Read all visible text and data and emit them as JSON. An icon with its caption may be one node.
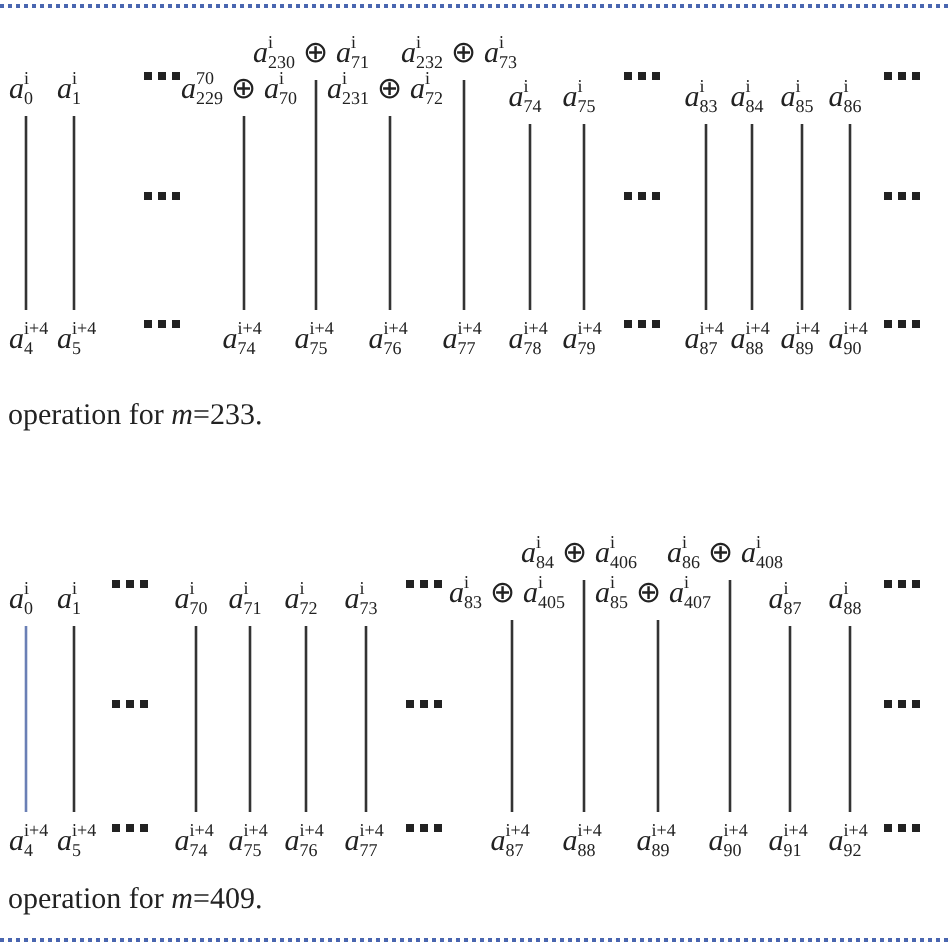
{
  "diagram": {
    "nodes": [
      {
        "text": [
          "*a*$^{i}$$_{0}$"
        ]
      },
      {
        "text": [
          "*a*$^{i}$$_{1}$"
        ]
      },
      {
        "text": [
          "*a*$^{70}$$_{229}$ ⊕ *a*$^{i}$$_{70}$"
        ]
      },
      {
        "text": [
          "*a*$^{i}$$_{230}$ ⊕ *a*$^{i}$$_{71}$"
        ]
      },
      {
        "text": [
          "*a*$^{i}$$_{231}$ ⊕ *a*$^{i}$$_{72}$"
        ]
      },
      {
        "text": [
          "*a*$^{i}$$_{232}$ ⊕ *a*$^{i}$$_{73}$"
        ]
      },
      {
        "text": [
          "*a*$^{i}$$_{74}$"
        ]
      },
      {
        "text": [
          "*a*$^{i}$$_{75}$"
        ]
      },
      {
        "text": [
          "*a*$^{i}$$_{83}$"
        ]
      },
      {
        "text": [
          "*a*$^{i}$$_{84}$"
        ]
      },
      {
        "text": [
          "*a*$^{i}$$_{85}$"
        ]
      },
      {
        "text": [
          "*a*$^{i}$$_{86}$"
        ]
      },
      {
        "text": [
          "*a*$^{i+4}$$_{4}$"
        ]
      },
      {
        "text": [
          "*a*$^{i+4}$$_{5}$"
        ]
      },
      {
        "text": [
          "*a*$^{i+4}$$_{74}$"
        ]
      },
      {
        "text": [
          "*a*$^{i+4}$$_{75}$"
        ]
      },
      {
        "text": [
          "*a*$^{i+4}$$_{76}$"
        ]
      },
      {
        "text": [
          "*a*$^{i+4}$$_{77}$"
        ]
      },
      {
        "text": [
          "*a*$^{i+4}$$_{78}$"
        ]
      },
      {
        "text": [
          "*a*$^{i+4}$$_{79}$"
        ]
      },
      {
        "text": [
          "*a*$^{i+4}$$_{87}$"
        ]
      },
      {
        "text": [
          "*a*$^{i+4}$$_{88}$"
        ]
      },
      {
        "text": [
          "*a*$^{i+4}$$_{89}$"
        ]
      },
      {
        "text": [
          "*a*$^{i+4}$$_{90}$"
        ]
      },
      {
        "text": [
          "*a*$^{i}$$_{0}$"
        ]
      },
      {
        "text": [
          "*a*$^{i}$$_{1}$"
        ]
      },
      {
        "text": [
          "*a*$^{i}$$_{70}$"
        ]
      },
      {
        "text": [
          "*a*$^{i}$$_{71}$"
        ]
      },
      {
        "text": [
          "*a*$^{i}$$_{72}$"
        ]
      },
      {
        "text": [
          "*a*$^{i}$$_{73}$"
        ]
      },
      {
        "text": [
          "*a*$^{i}$$_{83}$ ⊕ *a*$^{i}$$_{405}$"
        ]
      },
      {
        "text": [
          "*a*$^{i}$$_{84}$ ⊕ *a*$^{i}$$_{406}$"
        ]
      },
      {
        "text": [
          "*a*$^{i}$$_{85}$ ⊕ *a*$^{i}$$_{407}$"
        ]
      },
      {
        "text": [
          "*a*$^{i}$$_{86}$ ⊕ *a*$^{i}$$_{408}$"
        ]
      },
      {
        "text": [
          "*a*$^{i}$$_{87}$"
        ]
      },
      {
        "text": [
          "*a*$^{i}$$_{88}$"
        ]
      },
      {
        "text": [
          "*a*$^{i+4}$$_{4}$"
        ]
      },
      {
        "text": [
          "*a*$^{i+4}$$_{5}$"
        ]
      },
      {
        "text": [
          "*a*$^{i+4}$$_{74}$"
        ]
      },
      {
        "text": [
          "*a*$^{i+4}$$_{75}$"
        ]
      },
      {
        "text": [
          "*a*$^{i+4}$$_{76}$"
        ]
      },
      {
        "text": [
          "*a*$^{i+4}$$_{77}$"
        ]
      },
      {
        "text": [
          "*a*$^{i+4}$$_{87}$"
        ]
      },
      {
        "text": [
          "*a*$^{i+4}$$_{88}$"
        ]
      },
      {
        "text": [
          "*a*$^{i+4}$$_{89}$"
        ]
      },
      {
        "text": [
          "*a*$^{i+4}$$_{90}$"
        ]
      },
      {
        "text": [
          "*a*$^{i+4}$$_{91}$"
        ]
      },
      {
        "text": [
          "*a*$^{i+4}$$_{92}$"
        ]
      }
    ],
    "edges": [
      {
        "from": 0,
        "to": 12,
        "arrow": "none"
      },
      {
        "from": 1,
        "to": 13,
        "arrow": "none"
      },
      {
        "from": 2,
        "to": 14,
        "arrow": "none"
      },
      {
        "from": 3,
        "to": 15,
        "arrow": "none"
      },
      {
        "from": 4,
        "to": 16,
        "arrow": "none"
      },
      {
        "from": 5,
        "to": 17,
        "arrow": "none"
      },
      {
        "from": 6,
        "to": 18,
        "arrow": "none"
      },
      {
        "from": 7,
        "to": 19,
        "arrow": "none"
      },
      {
        "from": 8,
        "to": 20,
        "arrow": "none"
      },
      {
        "from": 9,
        "to": 21,
        "arrow": "none"
      },
      {
        "from": 10,
        "to": 22,
        "arrow": "none"
      },
      {
        "from": 11,
        "to": 23,
        "arrow": "none"
      },
      {
        "from": 24,
        "to": 36,
        "arrow": "none",
        "color": "#6a7fb5"
      },
      {
        "from": 25,
        "to": 37,
        "arrow": "none"
      },
      {
        "from": 26,
        "to": 38,
        "arrow": "none"
      },
      {
        "from": 27,
        "to": 39,
        "arrow": "none"
      },
      {
        "from": 28,
        "to": 40,
        "arrow": "none"
      },
      {
        "from": 29,
        "to": 41,
        "arrow": "none"
      },
      {
        "from": 30,
        "to": 42,
        "arrow": "none"
      },
      {
        "from": 31,
        "to": 43,
        "arrow": "none"
      },
      {
        "from": 32,
        "to": 44,
        "arrow": "none"
      },
      {
        "from": 33,
        "to": 45,
        "arrow": "none"
      },
      {
        "from": 34,
        "to": 46,
        "arrow": "none"
      },
      {
        "from": 35,
        "to": 47,
        "arrow": "none"
      }
    ],
    "labels": [
      "operation for *m*=233.",
      "operation for *m*=409."
    ]
  }
}
